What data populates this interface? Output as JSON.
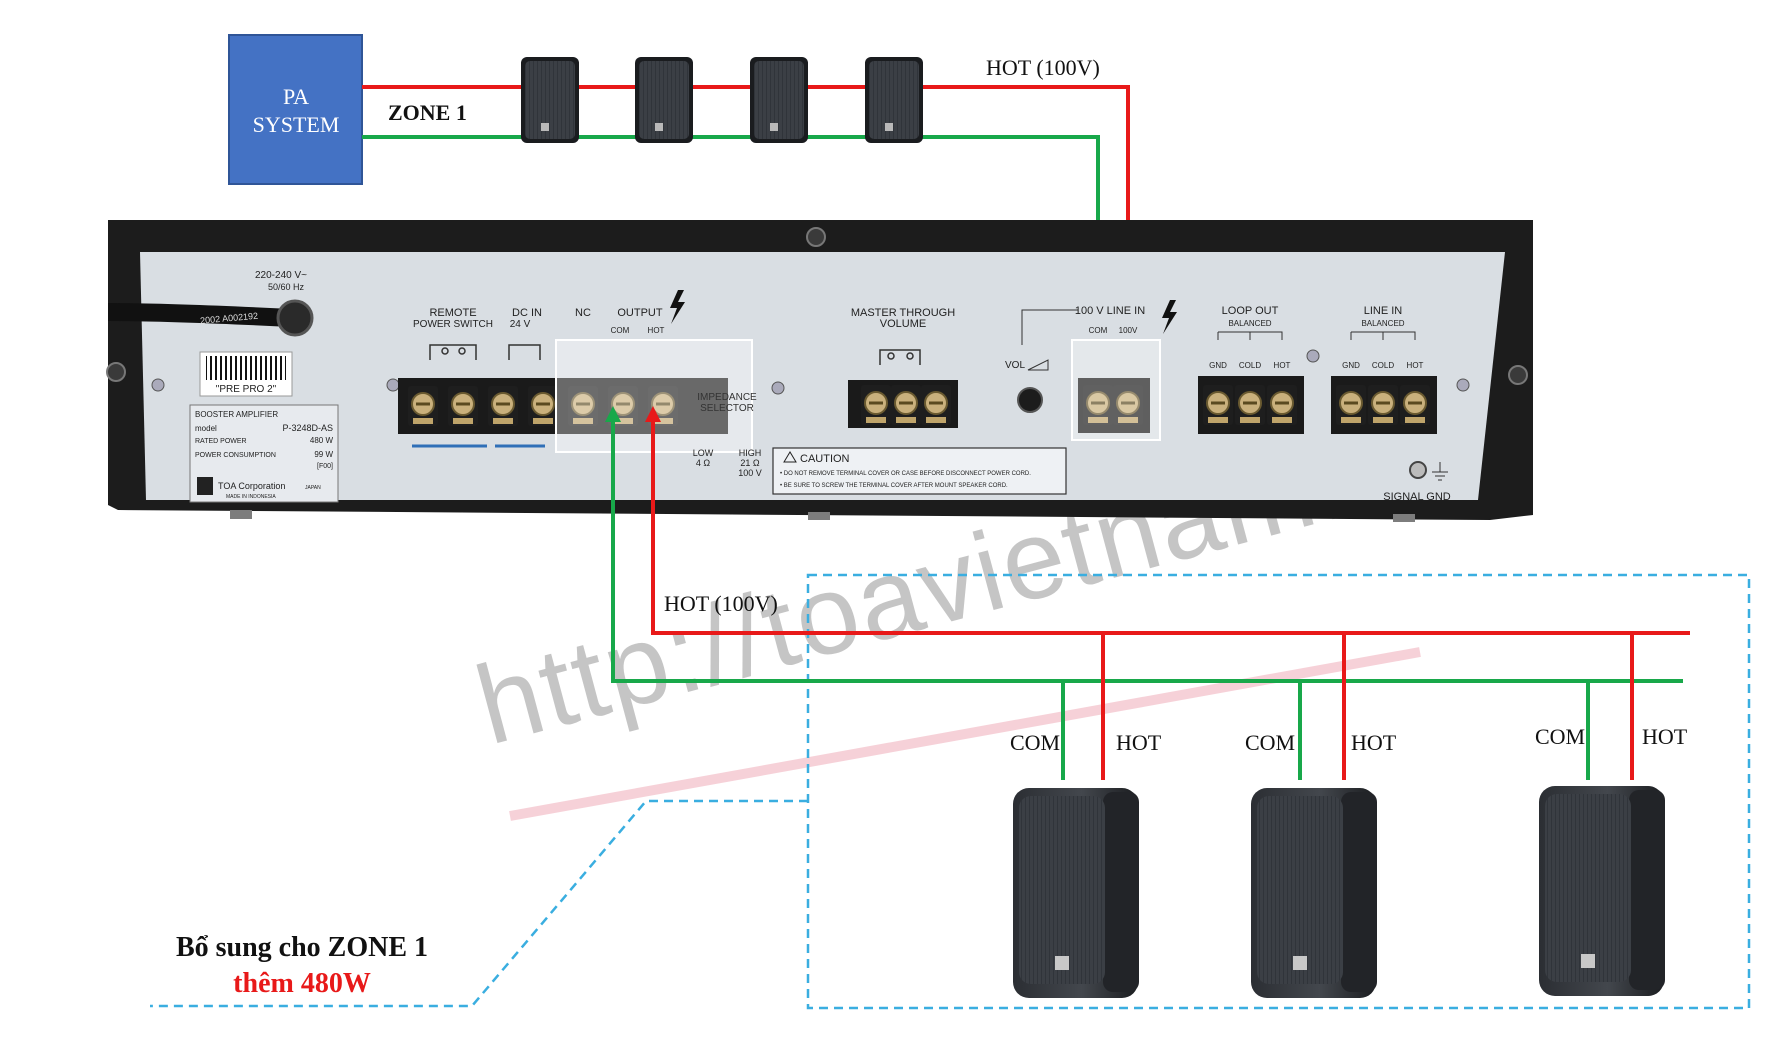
{
  "colors": {
    "hot": "#e81919",
    "com": "#18a84a",
    "pa_box": "#4472c4",
    "zone_box_border": "#3aaee0",
    "panel": "#d8dde2",
    "chassis": "#1c1c1c",
    "watermark": "#a9a9a9",
    "watermark_line": "#f4a7b5"
  },
  "pa_system": {
    "line1": "PA",
    "line2": "SYSTEM"
  },
  "zone_label": "ZONE 1",
  "hot_label_top": "HOT (100V)",
  "hot_label_bottom": "HOT (100V)",
  "speakers_top": [
    {
      "icon": "wall-speaker-icon"
    },
    {
      "icon": "wall-speaker-icon"
    },
    {
      "icon": "wall-speaker-icon"
    },
    {
      "icon": "wall-speaker-icon"
    }
  ],
  "speakers_bottom": [
    {
      "com": "COM",
      "hot": "HOT",
      "icon": "wall-speaker-icon"
    },
    {
      "com": "COM",
      "hot": "HOT",
      "icon": "wall-speaker-icon"
    },
    {
      "com": "COM",
      "hot": "HOT",
      "icon": "wall-speaker-icon"
    }
  ],
  "amplifier": {
    "power_in": "220-240 V~",
    "power_freq": "50/60 Hz",
    "cable_print": "2002 A002192",
    "barcode_text": "\"PRE PRO 2\"",
    "remote_label": "REMOTE",
    "remote_label2": "POWER SWITCH",
    "dc_in": "DC IN",
    "dc_in_value": "24 V",
    "nc": "NC",
    "output": "OUTPUT",
    "output_com": "COM",
    "output_hot": "HOT",
    "impedance": "IMPEDANCE",
    "impedance2": "SELECTOR",
    "low": "LOW",
    "low_value": "4 Ω",
    "high": "HIGH",
    "high_value1": "21 Ω",
    "high_value2": "100 V",
    "master1": "MASTER THROUGH",
    "master2": "VOLUME",
    "vol": "VOL",
    "line_in_100v": "100 V LINE IN",
    "line_in_com": "COM",
    "line_in_100": "100V",
    "loop_out": "LOOP OUT",
    "loop_out_sub": "BALANCED",
    "line_in": "LINE IN",
    "line_in_sub": "BALANCED",
    "gnd": "GND",
    "cold": "COLD",
    "hot": "HOT",
    "signal_gnd": "SIGNAL GND",
    "caution_title": "CAUTION",
    "caution_line1": "• DO NOT REMOVE TERMINAL COVER OR CASE BEFORE DISCONNECT POWER CORD.",
    "caution_line2": "• BE SURE TO SCREW THE TERMINAL COVER AFTER MOUNT SPEAKER CORD.",
    "label_title": "BOOSTER AMPLIFIER",
    "label_model_key": "model",
    "label_model_val": "P-3248D-AS",
    "label_rated_key": "RATED POWER",
    "label_rated_val": "480 W",
    "label_cons_key": "POWER CONSUMPTION",
    "label_cons_val": "99 W",
    "label_code": "[F00]",
    "label_maker": "TOA Corporation",
    "label_maker_sub": "JAPAN",
    "label_made": "MADE IN INDONESIA"
  },
  "watermark": "http://toavietnam.net",
  "addon_title": "Bổ sung cho ZONE 1",
  "addon_power": "thêm 480W"
}
